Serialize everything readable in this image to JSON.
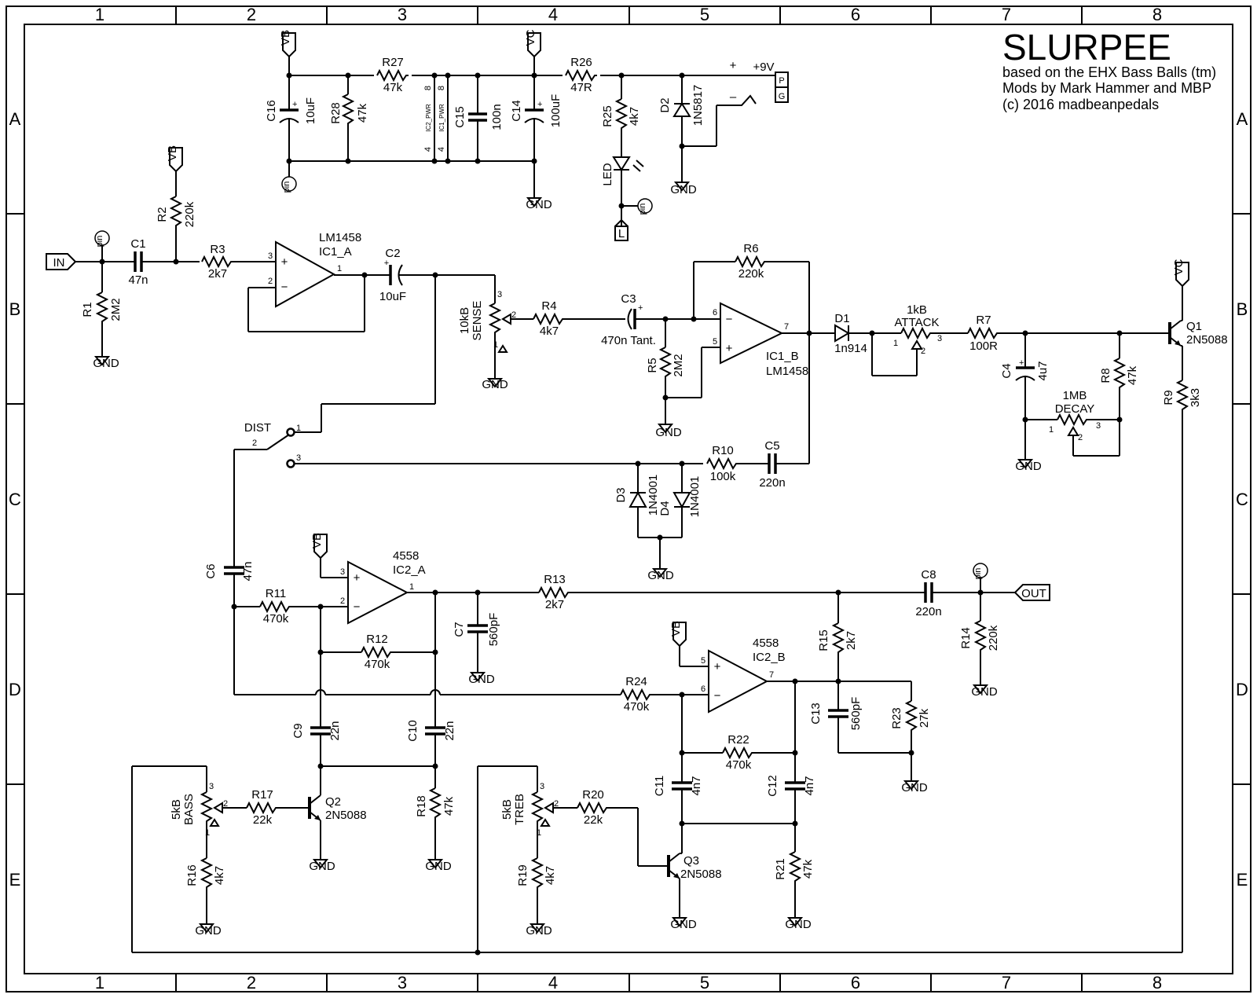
{
  "title": {
    "main": "SLURPEE",
    "line1": "based on the EHX Bass Balls (tm)",
    "line2": "Mods by Mark  Hammer and MBP",
    "line3": "(c) 2016 madbeanpedals"
  },
  "frame": {
    "columns": [
      "1",
      "2",
      "3",
      "4",
      "5",
      "6",
      "7",
      "8"
    ],
    "rows": [
      "A",
      "B",
      "C",
      "D",
      "E"
    ]
  },
  "nets": {
    "vb": "VB",
    "vc": "VC",
    "gnd": "GND",
    "in": "IN",
    "out": "OUT",
    "pin": "pin",
    "l": "L",
    "dist": "DIST"
  },
  "power": {
    "plus": "+",
    "minus": "–",
    "v9": "+9V",
    "p": "P",
    "g": "G",
    "ic1pwr": "IC1_PWR",
    "ic2pwr": "IC2_PWR"
  },
  "pins": {
    "p1": "1",
    "p2": "2",
    "p3": "3",
    "p4": "4",
    "p5": "5",
    "p6": "6",
    "p7": "7",
    "p8": "8",
    "plus": "+",
    "minus": "−"
  },
  "components": {
    "R1": {
      "ref": "R1",
      "val": "2M2"
    },
    "R2": {
      "ref": "R2",
      "val": "220k"
    },
    "R3": {
      "ref": "R3",
      "val": "2k7"
    },
    "R4": {
      "ref": "R4",
      "val": "4k7"
    },
    "R5": {
      "ref": "R5",
      "val": "2M2"
    },
    "R6": {
      "ref": "R6",
      "val": "220k"
    },
    "R7": {
      "ref": "R7",
      "val": "100R"
    },
    "R8": {
      "ref": "R8",
      "val": "47k"
    },
    "R9": {
      "ref": "R9",
      "val": "3k3"
    },
    "R10": {
      "ref": "R10",
      "val": "100k"
    },
    "R11": {
      "ref": "R11",
      "val": "470k"
    },
    "R12": {
      "ref": "R12",
      "val": "470k"
    },
    "R13": {
      "ref": "R13",
      "val": "2k7"
    },
    "R14": {
      "ref": "R14",
      "val": "220k"
    },
    "R15": {
      "ref": "R15",
      "val": "2k7"
    },
    "R16": {
      "ref": "R16",
      "val": "4k7"
    },
    "R17": {
      "ref": "R17",
      "val": "22k"
    },
    "R18": {
      "ref": "R18",
      "val": "47k"
    },
    "R19": {
      "ref": "R19",
      "val": "4k7"
    },
    "R20": {
      "ref": "R20",
      "val": "22k"
    },
    "R21": {
      "ref": "R21",
      "val": "47k"
    },
    "R22": {
      "ref": "R22",
      "val": "470k"
    },
    "R23": {
      "ref": "R23",
      "val": "27k"
    },
    "R24": {
      "ref": "R24",
      "val": "470k"
    },
    "R25": {
      "ref": "R25",
      "val": "4k7"
    },
    "R26": {
      "ref": "R26",
      "val": "47R"
    },
    "R27": {
      "ref": "R27",
      "val": "47k"
    },
    "R28": {
      "ref": "R28",
      "val": "47k"
    },
    "C1": {
      "ref": "C1",
      "val": "47n"
    },
    "C2": {
      "ref": "C2",
      "val": "10uF"
    },
    "C3": {
      "ref": "C3",
      "val": "470n Tant."
    },
    "C4": {
      "ref": "C4",
      "val": "4u7"
    },
    "C5": {
      "ref": "C5",
      "val": "220n"
    },
    "C6": {
      "ref": "C6",
      "val": "47n"
    },
    "C7": {
      "ref": "C7",
      "val": "560pF"
    },
    "C8": {
      "ref": "C8",
      "val": "220n"
    },
    "C9": {
      "ref": "C9",
      "val": "22n"
    },
    "C10": {
      "ref": "C10",
      "val": "22n"
    },
    "C11": {
      "ref": "C11",
      "val": "4n7"
    },
    "C12": {
      "ref": "C12",
      "val": "4n7"
    },
    "C13": {
      "ref": "C13",
      "val": "560pF"
    },
    "C14": {
      "ref": "C14",
      "val": "100uF"
    },
    "C15": {
      "ref": "C15",
      "val": "100n"
    },
    "C16": {
      "ref": "C16",
      "val": "10uF"
    },
    "D1": {
      "ref": "D1",
      "val": "1n914"
    },
    "D2": {
      "ref": "D2",
      "val": "1N5817"
    },
    "D3": {
      "ref": "D3",
      "val": "1N4001"
    },
    "D4": {
      "ref": "D4",
      "val": "1N4001"
    },
    "LED": {
      "ref": "LED"
    },
    "Q1": {
      "ref": "Q1",
      "val": "2N5088"
    },
    "Q2": {
      "ref": "Q2",
      "val": "2N5088"
    },
    "Q3": {
      "ref": "Q3",
      "val": "2N5088"
    },
    "IC1A": {
      "ref": "IC1_A",
      "val": "LM1458"
    },
    "IC1B": {
      "ref": "IC1_B",
      "val": "LM1458"
    },
    "IC2A": {
      "ref": "IC2_A",
      "val": "4558"
    },
    "IC2B": {
      "ref": "IC2_B",
      "val": "4558"
    },
    "SENSE": {
      "ref": "SENSE",
      "val": "10kB"
    },
    "ATTACK": {
      "ref": "ATTACK",
      "val": "1kB"
    },
    "DECAY": {
      "ref": "DECAY",
      "val": "1MB"
    },
    "BASS": {
      "ref": "BASS",
      "val": "5kB"
    },
    "TREB": {
      "ref": "TREB",
      "val": "5kB"
    }
  }
}
